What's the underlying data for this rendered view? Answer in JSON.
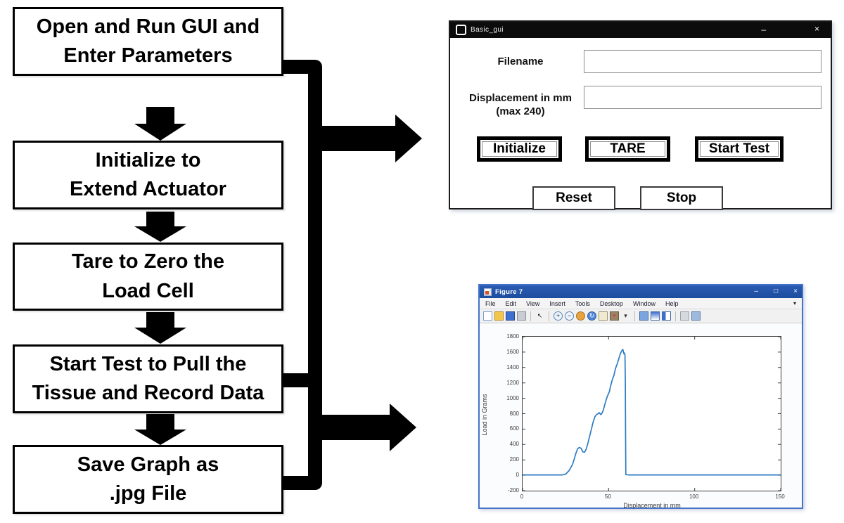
{
  "flowchart": {
    "steps": [
      {
        "lines": [
          "Open and Run GUI and",
          "Enter Parameters"
        ]
      },
      {
        "lines": [
          "Initialize to",
          "Extend Actuator"
        ]
      },
      {
        "lines": [
          "Tare to Zero the",
          "Load Cell"
        ]
      },
      {
        "lines": [
          "Start Test to Pull the",
          "Tissue and Record Data"
        ]
      },
      {
        "lines": [
          "Save Graph as",
          ".jpg File"
        ]
      }
    ]
  },
  "gui_window": {
    "title": "Basic_gui",
    "controls": {
      "minimize": "–",
      "close": "×"
    },
    "fields": [
      {
        "label_lines": [
          "Filename",
          ""
        ],
        "value": "",
        "placeholder": ""
      },
      {
        "label_lines": [
          "Displacement in mm",
          "(max 240)"
        ],
        "value": "",
        "placeholder": ""
      }
    ],
    "primary_buttons": [
      "Initialize",
      "TARE",
      "Start Test"
    ],
    "secondary_buttons": [
      "Reset",
      "Stop"
    ],
    "colors": {
      "titlebar": "#0c0c0c",
      "body": "#ffffff"
    }
  },
  "figure_window": {
    "title": "Figure 7",
    "controls": {
      "minimize": "–",
      "maximize": "□",
      "close": "×"
    },
    "menu": [
      "File",
      "Edit",
      "View",
      "Insert",
      "Tools",
      "Desktop",
      "Window",
      "Help"
    ],
    "menu_overflow": "▾",
    "toolbar_icons": [
      "new-file-icon",
      "open-folder-icon",
      "save-icon",
      "print-icon",
      "separator",
      "pointer-icon",
      "separator",
      "zoom-in-icon",
      "zoom-out-icon",
      "pan-icon",
      "rotate-3d-icon",
      "data-cursor-icon",
      "brush-icon",
      "dropdown-icon",
      "separator",
      "link-plots-icon",
      "insert-colorbar-icon",
      "insert-legend-icon",
      "separator",
      "hide-plot-tools-icon",
      "show-plot-tools-icon"
    ],
    "colors": {
      "titlebar": "#2456ac",
      "border": "#4673c8",
      "line": "#2e7cc0"
    },
    "chart_data": {
      "type": "line",
      "title": "",
      "xlabel": "Displacement in mm",
      "ylabel": "Load in Grams",
      "xlim": [
        0,
        150
      ],
      "ylim": [
        -200,
        1800
      ],
      "xticks": [
        0,
        50,
        100,
        150
      ],
      "yticks": [
        -200,
        0,
        200,
        400,
        600,
        800,
        1000,
        1200,
        1400,
        1600,
        1800
      ],
      "grid": false,
      "legend": null,
      "series": [
        {
          "name": "load-vs-displacement",
          "color": "#2e7cc0",
          "points": [
            [
              0,
              5
            ],
            [
              23,
              5
            ],
            [
              25,
              15
            ],
            [
              27,
              60
            ],
            [
              29,
              140
            ],
            [
              30,
              210
            ],
            [
              31,
              285
            ],
            [
              32,
              345
            ],
            [
              33,
              362
            ],
            [
              34,
              350
            ],
            [
              35,
              305
            ],
            [
              36,
              300
            ],
            [
              37,
              340
            ],
            [
              38,
              420
            ],
            [
              39,
              510
            ],
            [
              40,
              600
            ],
            [
              41,
              690
            ],
            [
              42,
              760
            ],
            [
              43,
              790
            ],
            [
              44,
              800
            ],
            [
              44.5,
              815
            ],
            [
              45,
              800
            ],
            [
              45.5,
              788
            ],
            [
              46,
              800
            ],
            [
              46.5,
              825
            ],
            [
              47,
              855
            ],
            [
              48,
              935
            ],
            [
              49,
              1010
            ],
            [
              50,
              1065
            ],
            [
              50.5,
              1090
            ],
            [
              51,
              1145
            ],
            [
              52,
              1230
            ],
            [
              52.5,
              1262
            ],
            [
              53,
              1292
            ],
            [
              54,
              1385
            ],
            [
              54.5,
              1418
            ],
            [
              55,
              1448
            ],
            [
              55.5,
              1482
            ],
            [
              56,
              1520
            ],
            [
              56.5,
              1556
            ],
            [
              57,
              1590
            ],
            [
              57.5,
              1612
            ],
            [
              58,
              1628
            ],
            [
              58.3,
              1635
            ],
            [
              58.6,
              1602
            ],
            [
              58.9,
              1578
            ],
            [
              59.2,
              1588
            ],
            [
              59.5,
              1562
            ],
            [
              59.7,
              1215
            ],
            [
              59.85,
              600
            ],
            [
              60,
              8
            ],
            [
              62,
              5
            ],
            [
              150,
              5
            ]
          ]
        }
      ]
    }
  }
}
